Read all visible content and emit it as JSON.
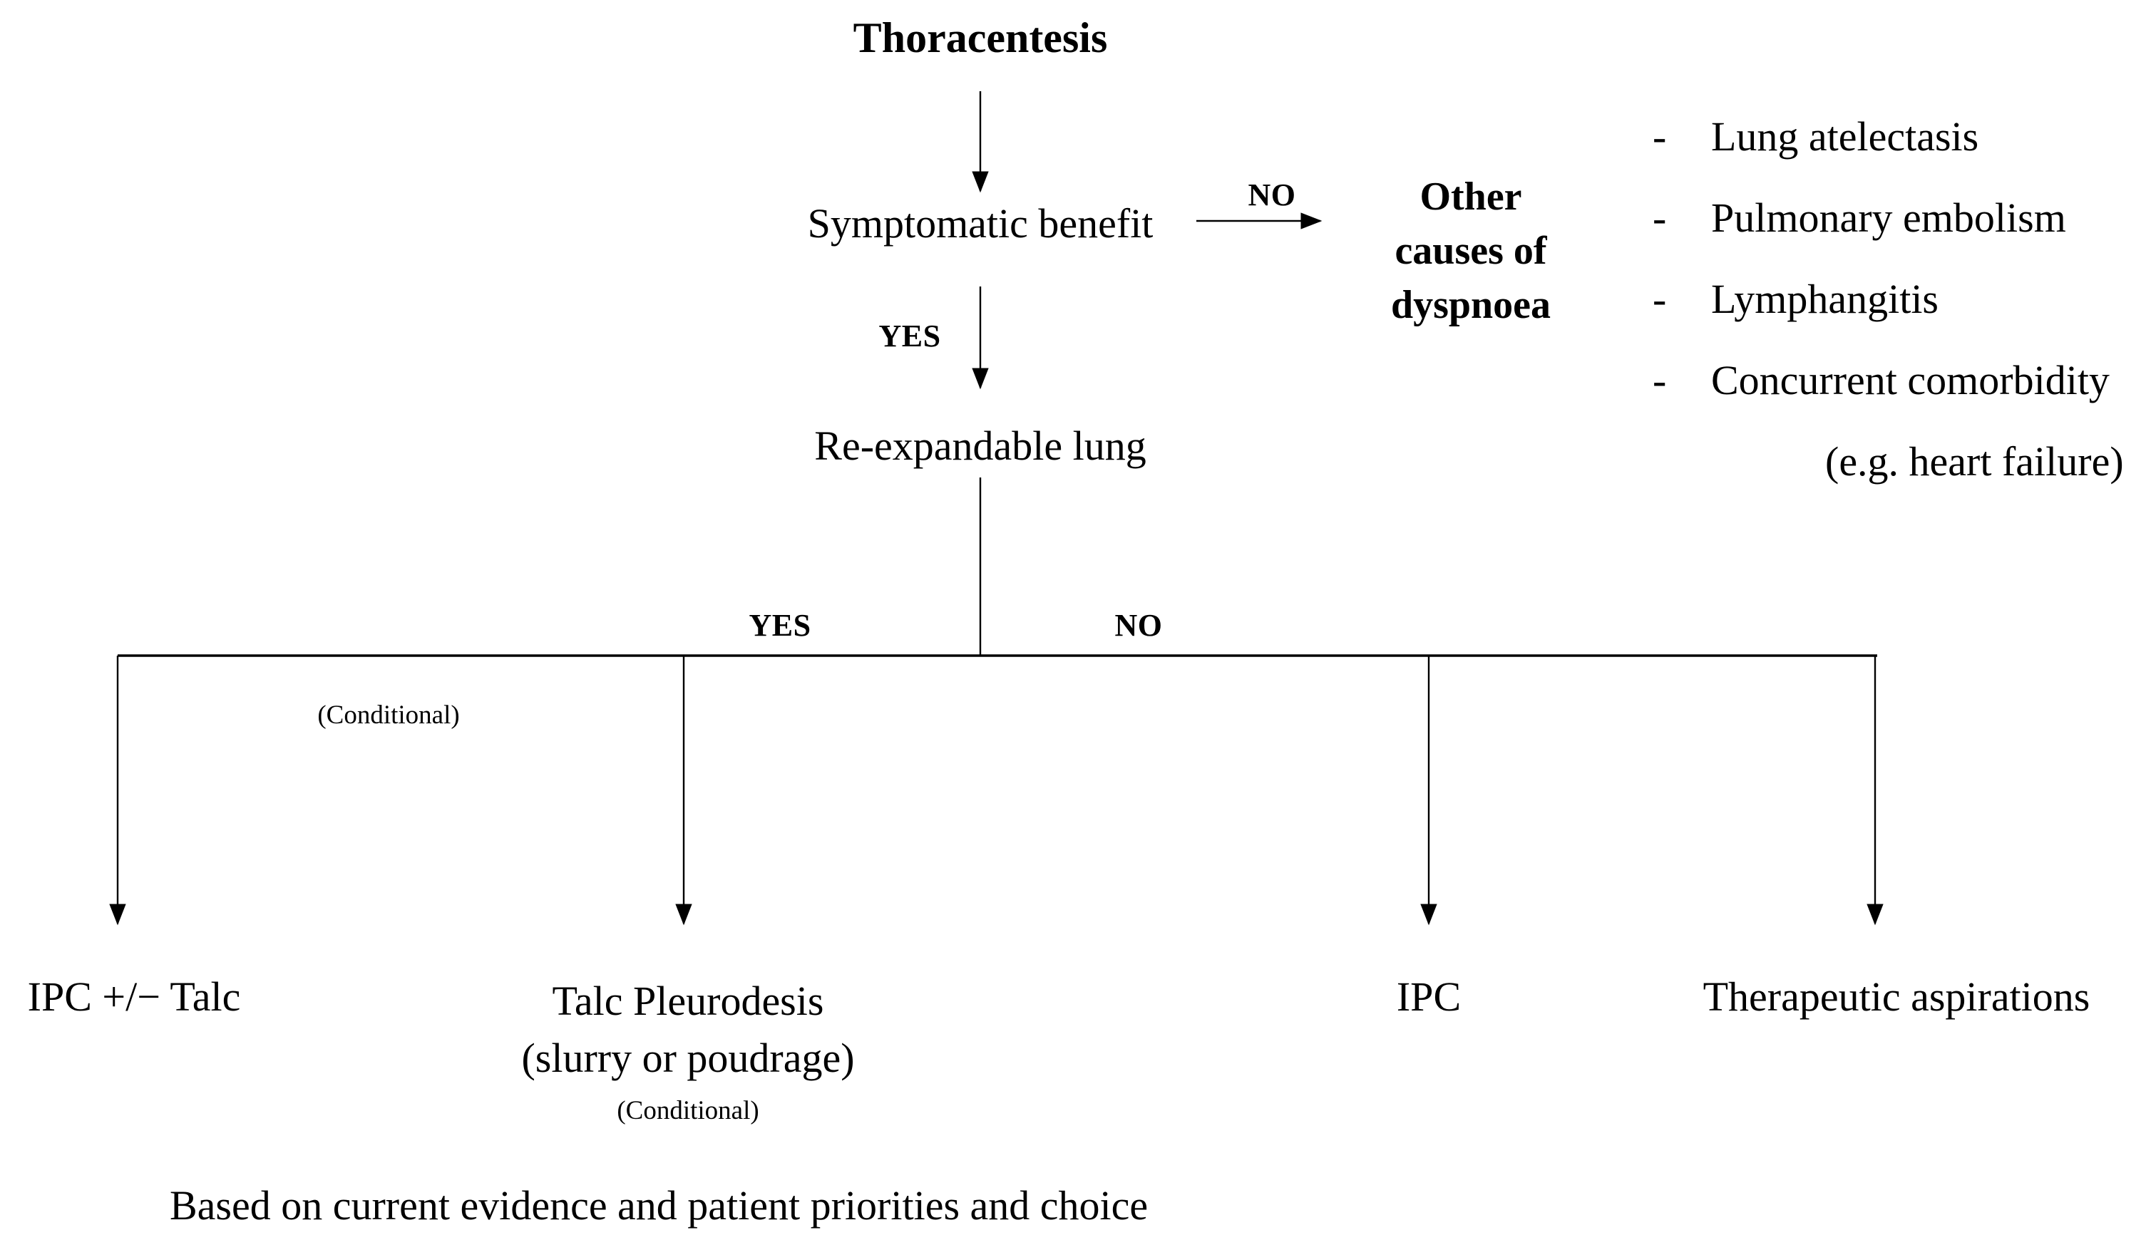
{
  "flow": {
    "root": "Thoracentesis",
    "symptomatic_node": "Symptomatic benefit",
    "no_top_label": "NO",
    "yes_top_label": "YES",
    "reexpandable_node": "Re-expandable lung",
    "branch_yes_label": "YES",
    "branch_no_label": "NO",
    "conditional_left": "(Conditional)",
    "footer": "Based on current evidence and patient priorities and choice"
  },
  "other_causes": {
    "line1": "Other",
    "line2": "causes of",
    "line3": "dyspnoea",
    "bullet": "-",
    "items": [
      "Lung atelectasis",
      "Pulmonary embolism",
      "Lymphangitis",
      "Concurrent comorbidity"
    ],
    "note": "(e.g. heart failure)"
  },
  "outcomes": {
    "ipc_talc": "IPC +/− Talc",
    "talc_pleurodesis_line1": "Talc Pleurodesis",
    "talc_pleurodesis_line2": "(slurry or poudrage)",
    "talc_conditional": "(Conditional)",
    "ipc": "IPC",
    "therapeutic": "Therapeutic aspirations"
  },
  "colors": {
    "line": "#000000",
    "text": "#000000",
    "background": "#ffffff"
  }
}
